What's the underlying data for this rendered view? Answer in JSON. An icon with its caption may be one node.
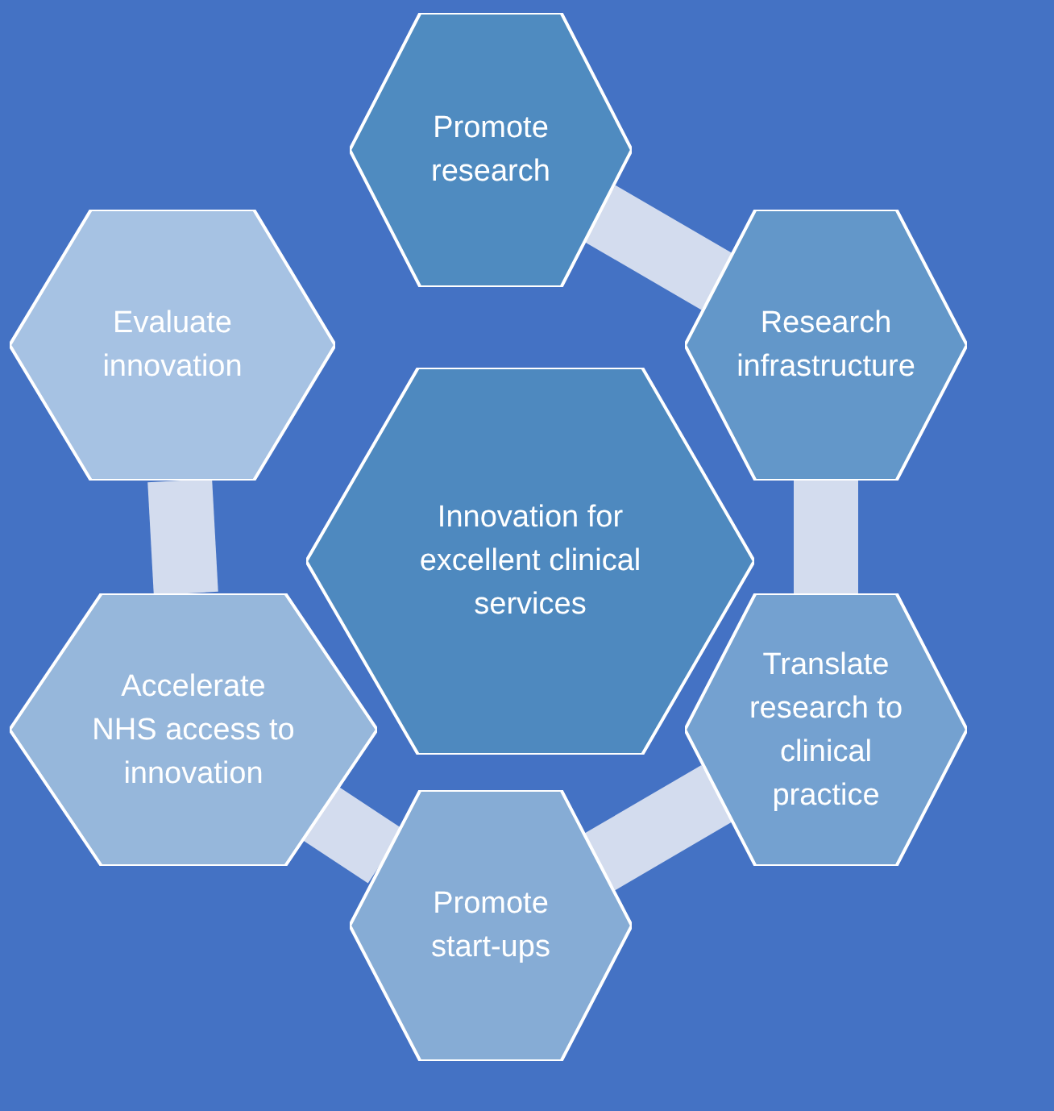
{
  "diagram": {
    "nodes": [
      {
        "text": [
          "Innovation for excellent clinical services"
        ]
      },
      {
        "text": [
          "Promote research"
        ]
      },
      {
        "text": [
          "Research infrastructure"
        ]
      },
      {
        "text": [
          "Translate research to clinical practice"
        ]
      },
      {
        "text": [
          "Promote start-ups"
        ]
      },
      {
        "text": [
          "Accelerate NHS access to innovation"
        ]
      },
      {
        "text": [
          "Evaluate innovation"
        ]
      }
    ],
    "edges": [
      {
        "from": 1,
        "to": 2,
        "arrow": "none"
      },
      {
        "from": 2,
        "to": 3,
        "arrow": "none"
      },
      {
        "from": 3,
        "to": 4,
        "arrow": "none"
      },
      {
        "from": 4,
        "to": 5,
        "arrow": "none"
      },
      {
        "from": 5,
        "to": 6,
        "arrow": "none"
      }
    ]
  }
}
